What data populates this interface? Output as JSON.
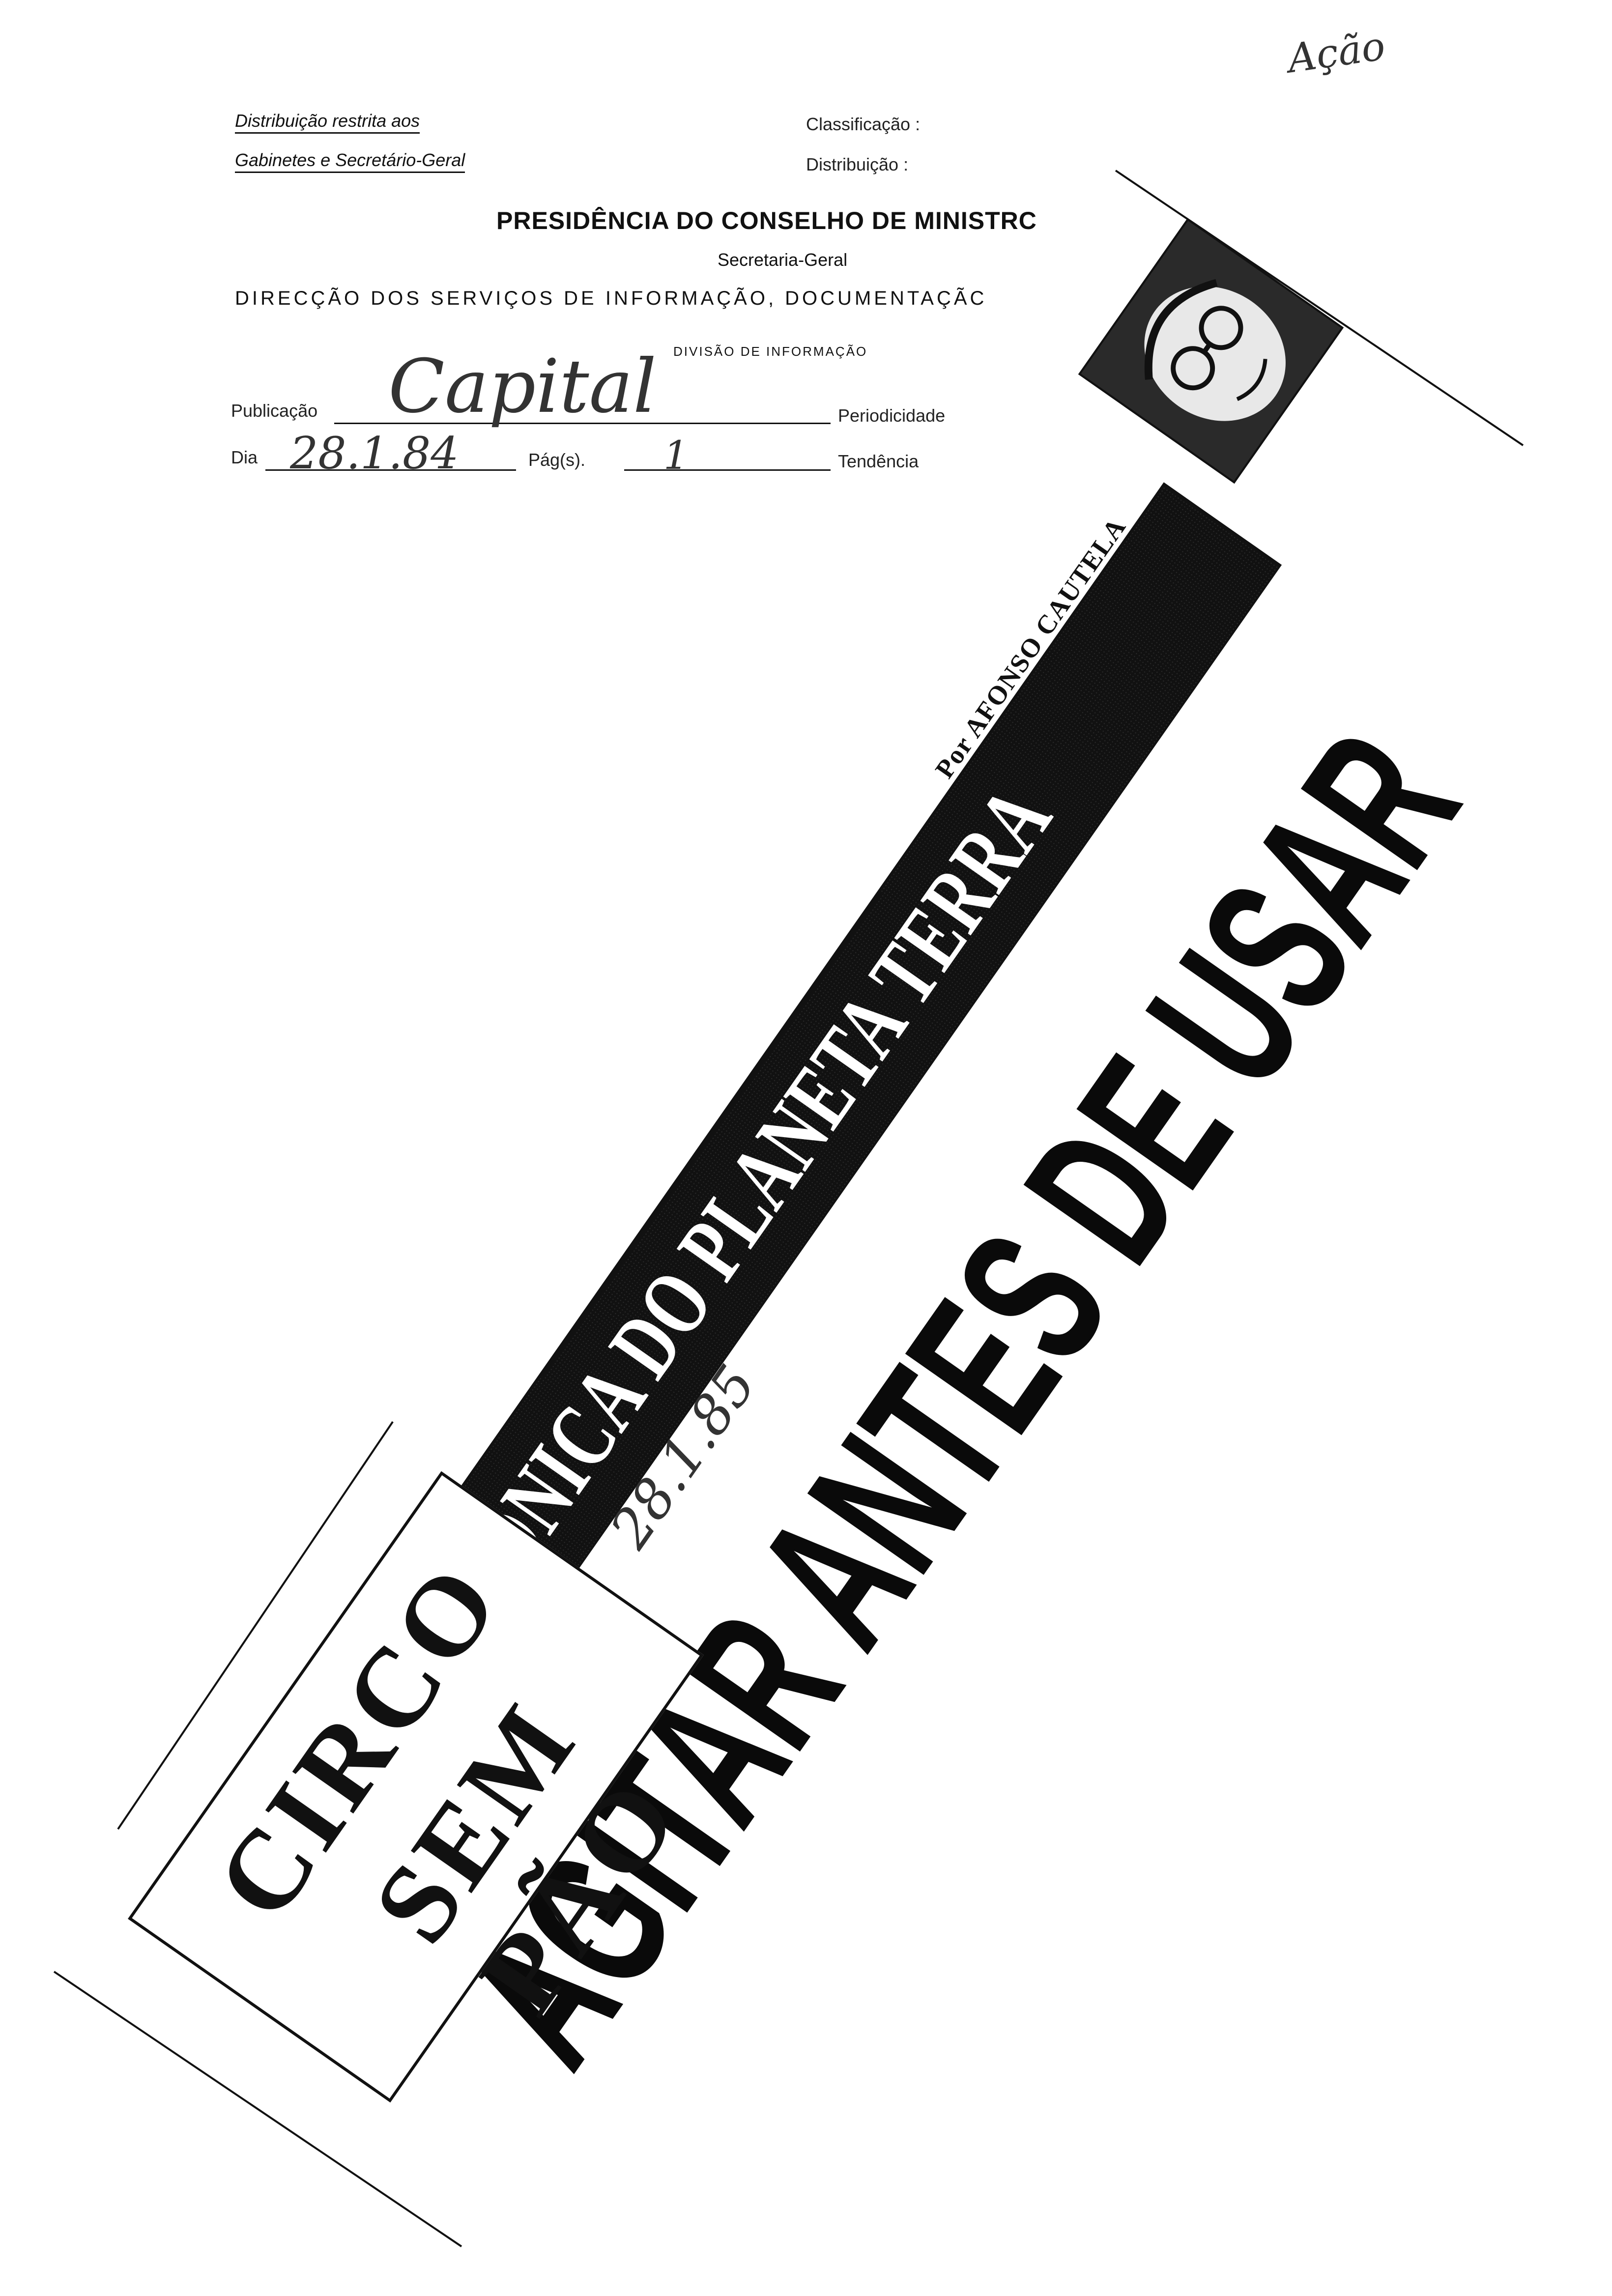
{
  "form": {
    "restricted_line1": "Distribuição restrita aos",
    "restricted_line2": "Gabinetes e Secretário-Geral",
    "classification_label": "Classificação :",
    "distribution_label": "Distribuição :",
    "heading": "PRESIDÊNCIA DO CONSELHO DE MINISTRC",
    "secretariat": "Secretaria-Geral",
    "directorate": "DIRECÇÃO DOS SERVIÇOS DE INFORMAÇÃO, DOCUMENTAÇÃC",
    "division": "DIVISÃO DE INFORMAÇÃO",
    "publication_label": "Publicação",
    "publication_value": "Capital",
    "periodicity_label": "Periodicidade",
    "day_label": "Dia",
    "day_value": "28.1.84",
    "pages_label": "Pág(s).",
    "pages_value": "1",
    "tendency_label": "Tendência"
  },
  "clipping": {
    "column_title": "CRÓNICA DO PLANETA TERRA",
    "byline": "Por AFONSO CAUTELA",
    "headline": "AGITAR ANTES DE USAR",
    "box_line1": "CIRCO",
    "box_line2": "SEM PÃO"
  },
  "annotations": {
    "corner_note": "Ação",
    "margin_date": "28.1.85"
  },
  "colors": {
    "ink": "#111111",
    "paper": "#ffffff"
  }
}
